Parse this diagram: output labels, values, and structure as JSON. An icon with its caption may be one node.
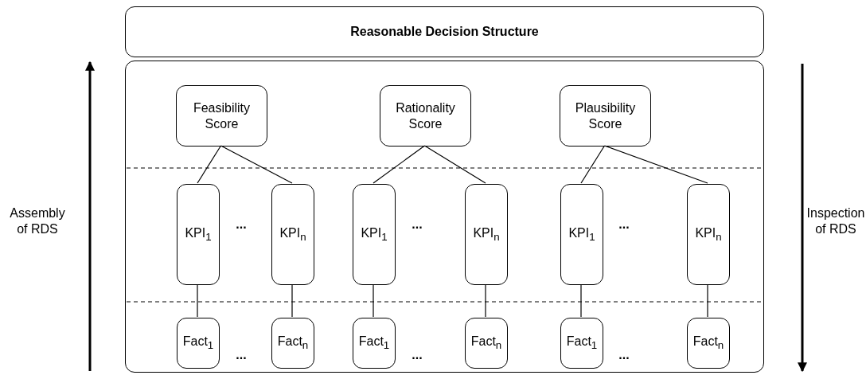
{
  "diagram": {
    "nodes": [
      {
        "text": [
          "Reasonable Decision Structure"
        ]
      },
      {
        "text": [],
        "shape": "box"
      },
      {
        "text": [
          "Feasibility Score"
        ],
        "in": 1
      },
      {
        "text": [
          "Rationality Score"
        ],
        "in": 1
      },
      {
        "text": [
          "Plausibility Score"
        ],
        "in": 1
      },
      {
        "text": [
          "KPI$_{1}$"
        ],
        "in": 1
      },
      {
        "text": [
          "KPI$_{n}$"
        ],
        "in": 1
      },
      {
        "text": [
          "KPI$_{1}$"
        ],
        "in": 1
      },
      {
        "text": [
          "KPI$_{n}$"
        ],
        "in": 1
      },
      {
        "text": [
          "KPI$_{1}$"
        ],
        "in": 1
      },
      {
        "text": [
          "KPI$_{n}$"
        ],
        "in": 1
      },
      {
        "text": [
          "Fact$_{1}$"
        ],
        "in": 1
      },
      {
        "text": [
          "Fact$_{n}$"
        ],
        "in": 1
      },
      {
        "text": [
          "Fact$_{1}$"
        ],
        "in": 1
      },
      {
        "text": [
          "Fact$_{n}$"
        ],
        "in": 1
      },
      {
        "text": [
          "Fact$_{1}$"
        ],
        "in": 1
      },
      {
        "text": [
          "Fact$_{n}$"
        ],
        "in": 1
      }
    ],
    "edges": [
      {
        "from": 2,
        "to": 5,
        "arrow": "none"
      },
      {
        "from": 2,
        "to": 6,
        "arrow": "none"
      },
      {
        "from": 3,
        "to": 7,
        "arrow": "none"
      },
      {
        "from": 3,
        "to": 8,
        "arrow": "none"
      },
      {
        "from": 4,
        "to": 9,
        "arrow": "none"
      },
      {
        "from": 4,
        "to": 10,
        "arrow": "none"
      },
      {
        "from": 5,
        "to": 11,
        "arrow": "none"
      },
      {
        "from": 6,
        "to": 12,
        "arrow": "none"
      },
      {
        "from": 7,
        "to": 13,
        "arrow": "none"
      },
      {
        "from": 8,
        "to": 14,
        "arrow": "none"
      },
      {
        "from": 9,
        "to": 15,
        "arrow": "none"
      },
      {
        "from": 10,
        "to": 16,
        "arrow": "none"
      }
    ],
    "labels": [
      "Assembly of RDS",
      "...",
      "...",
      "...",
      "Inspection of RDS",
      "...",
      "...",
      "..."
    ]
  }
}
